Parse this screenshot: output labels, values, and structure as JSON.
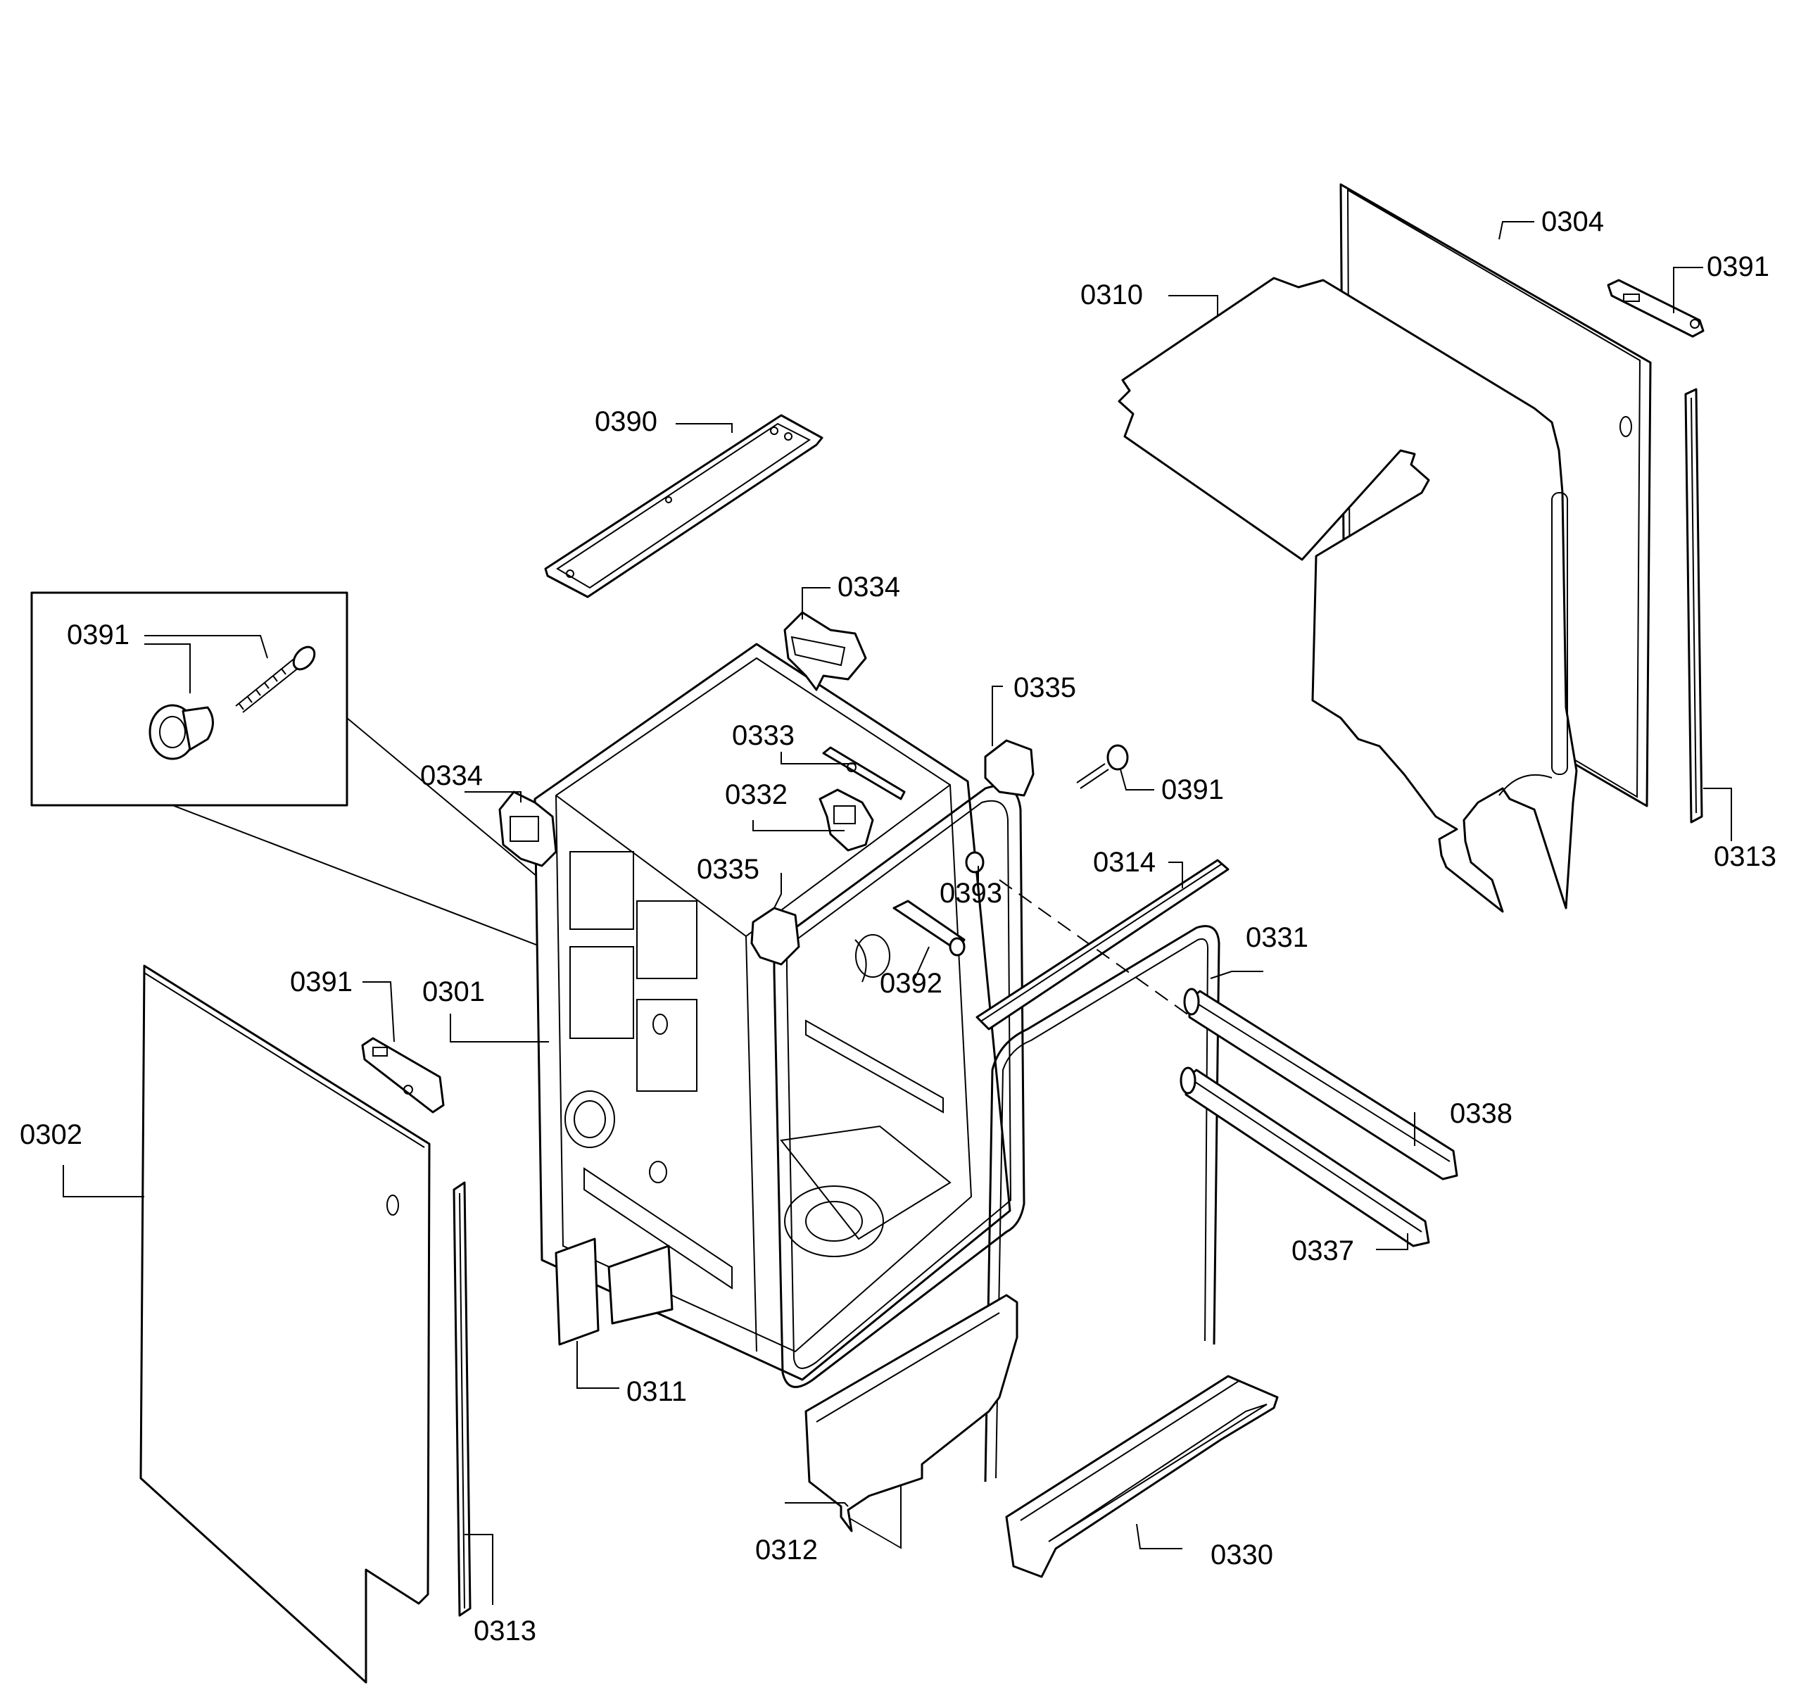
{
  "labels": {
    "l0304": "0304",
    "l0391_tr": "0391",
    "l0310": "0310",
    "l0313_r": "0313",
    "l0390": "0390",
    "l0334_top": "0334",
    "l0391_inset": "0391",
    "l0335_top": "0335",
    "l0333": "0333",
    "l0391_mid": "0391",
    "l0334_left": "0334",
    "l0332": "0332",
    "l0335_mid": "0335",
    "l0314": "0314",
    "l0393": "0393",
    "l0331": "0331",
    "l0392": "0392",
    "l0391_left": "0391",
    "l0301": "0301",
    "l0338": "0338",
    "l0302": "0302",
    "l0337": "0337",
    "l0311": "0311",
    "l0312": "0312",
    "l0330": "0330",
    "l0313_l": "0313"
  }
}
